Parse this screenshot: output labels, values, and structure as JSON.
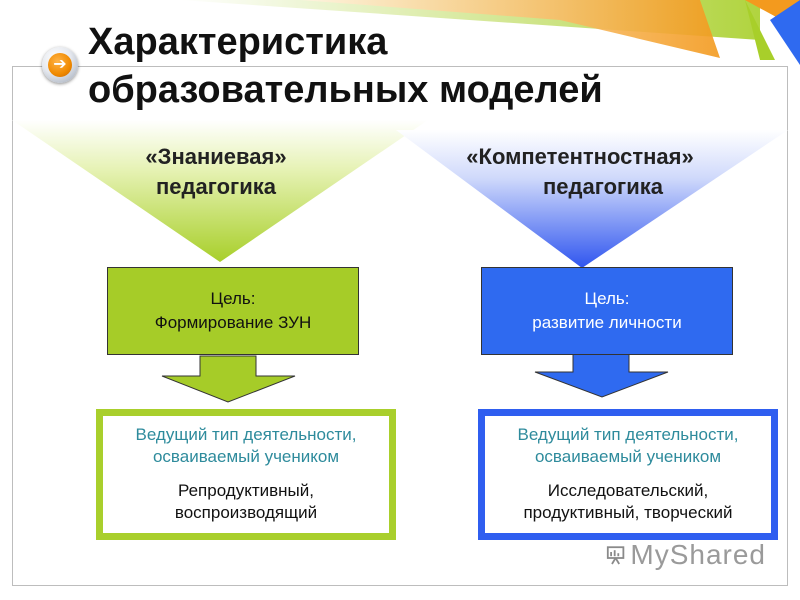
{
  "title": {
    "line1": "Характеристика",
    "line2": "образовательных моделей"
  },
  "left_model": {
    "label_line1": "«Знаниевая»",
    "label_line2": "педагогика",
    "goal_line1": "Цель:",
    "goal_line2": "Формирование ЗУН",
    "activity_heading_line1": "Ведущий тип деятельности,",
    "activity_heading_line2": "осваиваемый учеником",
    "activity_value_line1": "Репродуктивный,",
    "activity_value_line2": "воспроизводящий",
    "color": "#a6cc28"
  },
  "right_model": {
    "label_line1": "«Компетентностная»",
    "label_line2": "педагогика",
    "goal_line1": "Цель:",
    "goal_line2": "развитие личности",
    "activity_heading_line1": "Ведущий тип деятельности,",
    "activity_heading_line2": "осваиваемый учеником",
    "activity_value_line1": "Исследовательский,",
    "activity_value_line2": "продуктивный, творческий",
    "color": "#2f6af0"
  },
  "logo": {
    "text": "MyShared"
  },
  "icons": {
    "nav": "arrow-right-icon",
    "logo": "presentation-board-icon"
  }
}
